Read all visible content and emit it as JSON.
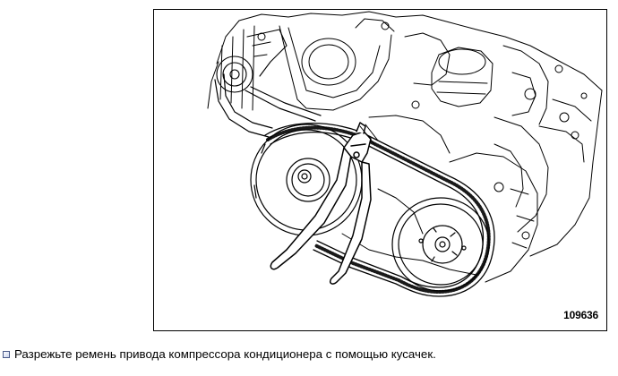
{
  "figure": {
    "number": "109636",
    "illustration": "engine-belt-cutting-illustration"
  },
  "instruction": {
    "bullet_icon": "square-bullet-icon",
    "text": "Разрежьте ремень привода компрессора кондиционера с помощью кусачек."
  },
  "colors": {
    "line": "#000000",
    "background": "#ffffff",
    "bullet": "#4a5a8a"
  }
}
